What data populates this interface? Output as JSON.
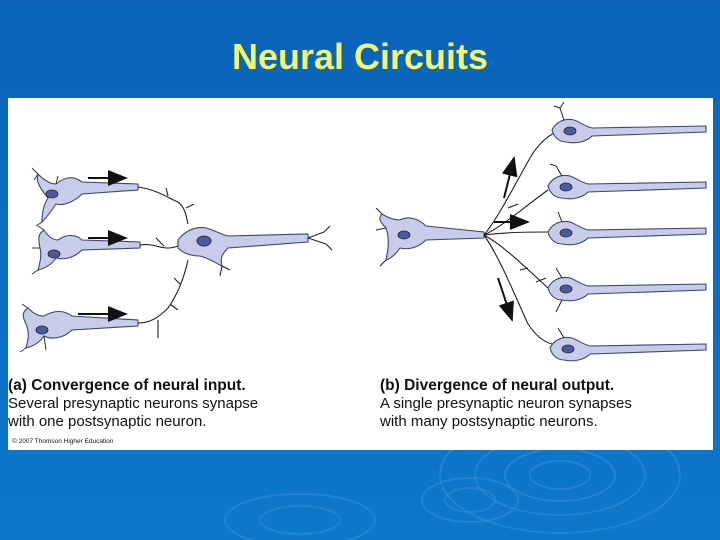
{
  "slide": {
    "title": "Neural Circuits",
    "colors": {
      "background": "#0b6cc2",
      "title": "#f5f56a",
      "neuron": "#c9cce9",
      "nucleus": "#4c5aa3"
    }
  },
  "figure": {
    "panel_a": {
      "heading": "(a) Convergence of neural input.",
      "line1": "Several presynaptic neurons synapse",
      "line2": "with one postsynaptic neuron."
    },
    "panel_b": {
      "heading": "(b) Divergence of neural output.",
      "line1": "A single presynaptic neuron synapses",
      "line2": "with many postsynaptic neurons."
    },
    "copyright": "© 2007 Thomson Higher Education"
  }
}
